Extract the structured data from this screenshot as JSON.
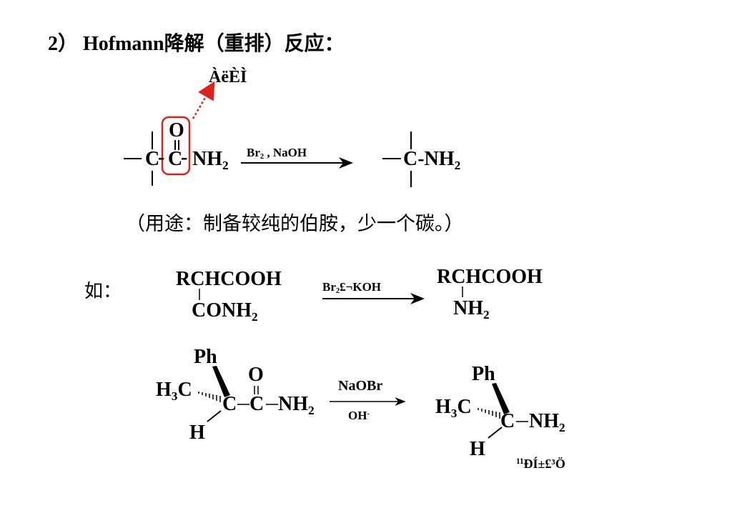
{
  "header": {
    "title": "2） Hofmann降解（重排）反应："
  },
  "annotation": {
    "rearrange_label": "ÀëÈÌ",
    "footnote_sup": "11",
    "footnote": "ĐÍ±£³Ö"
  },
  "reaction1": {
    "reactant_carbon": "C",
    "reactant_carbonyl_c": "C",
    "oxygen": "O",
    "amide_group": "NH",
    "subscript_2": "2",
    "reagent_br": "Br",
    "reagent_rest": " , NaOH",
    "product_carbon": "C",
    "product_amine": "-NH"
  },
  "usage_note": "（用途：制备较纯的伯胺，少一个碳。）",
  "example_label": "如：",
  "reaction2": {
    "reactant_line1": "RCHCOOH",
    "reactant_line2": "CONH",
    "reagent_br": "Br",
    "reagent_rest": "£¬KOH",
    "product_line1": "RCHCOOH",
    "product_line2": "NH"
  },
  "reaction3": {
    "phenyl": "Ph",
    "methyl": "H",
    "methyl_sub": "3",
    "methyl_c": "C",
    "hydrogen": "H",
    "stereo_c": "C",
    "carbonyl_c": "C",
    "oxygen": "O",
    "amide": "NH",
    "reagent_top": "NaOBr",
    "reagent_bottom": "OH",
    "reagent_bottom_sup": "-",
    "product_phenyl": "Ph",
    "product_methyl": "H",
    "product_c": "C",
    "product_amine": "NH",
    "product_hydrogen": "H"
  },
  "colors": {
    "highlight_red": "#e0201b",
    "text": "#000000"
  }
}
